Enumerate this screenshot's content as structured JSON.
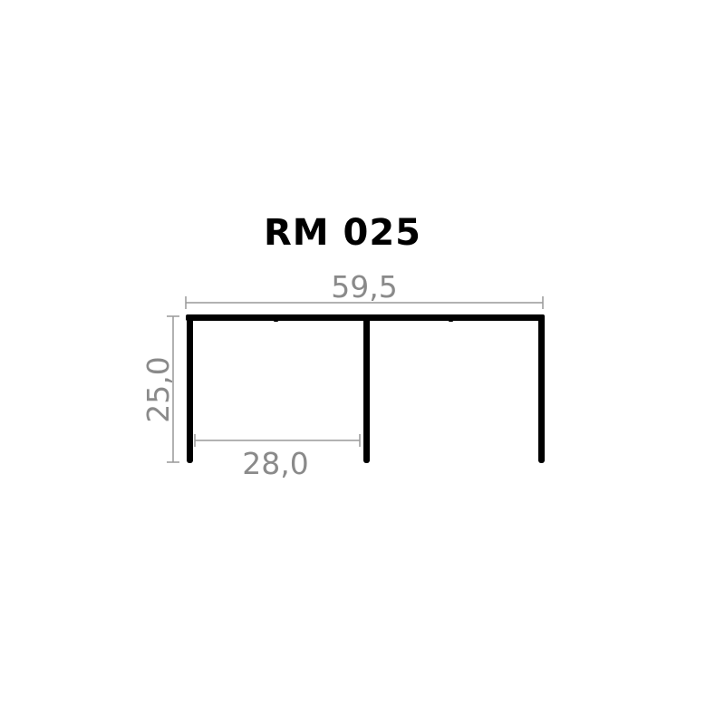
{
  "title": "RM 025",
  "dimensions": {
    "overall_width": "59,5",
    "height": "25,0",
    "inner_width": "28,0"
  },
  "colors": {
    "profile": "#000000",
    "dimension_line": "#999999",
    "dimension_text": "#8a8a8a",
    "title": "#000000",
    "background": "#ffffff"
  }
}
